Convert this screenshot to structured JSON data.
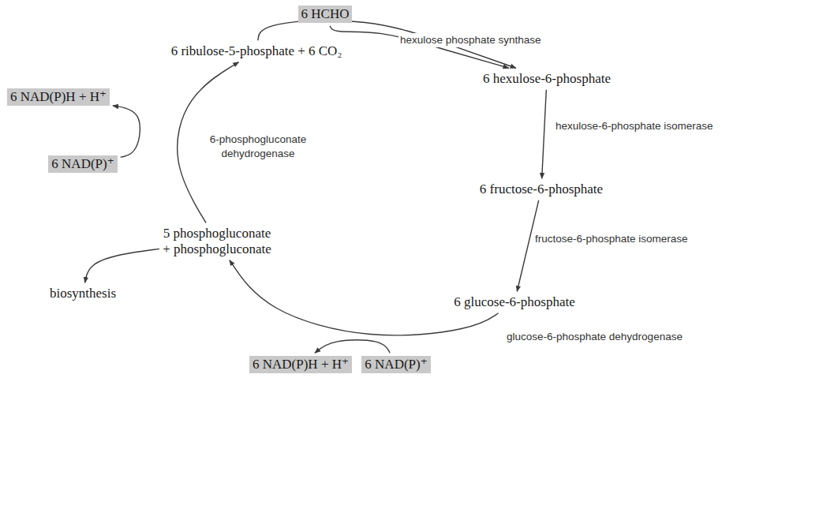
{
  "diagram": {
    "nodes": [
      {
        "text": [
          "6 HCHO"
        ]
      },
      {
        "text": [
          "6 ribulose-5-phosphate + 6 CO₂"
        ]
      },
      {
        "text": [
          "6 hexulose-6-phosphate"
        ]
      },
      {
        "text": [
          "6 fructose-6-phosphate"
        ]
      },
      {
        "text": [
          "6 glucose-6-phosphate"
        ]
      },
      {
        "text": [
          "5 phosphogluconate + phosphogluconate"
        ]
      },
      {
        "text": [
          "biosynthesis"
        ]
      },
      {
        "text": [
          "6 NAD(P)H + H⁺"
        ]
      },
      {
        "text": [
          "6 NAD(P)⁺"
        ]
      },
      {
        "text": [
          "6 NAD(P)H + H⁺"
        ]
      },
      {
        "text": [
          "6 NAD(P)⁺"
        ]
      }
    ],
    "edges": [
      {
        "from": 1,
        "to": 2,
        "arrow": "to",
        "label": "hexulose phosphate synthase"
      },
      {
        "from": 0,
        "to": 2,
        "arrow": "to"
      },
      {
        "from": 2,
        "to": 3,
        "arrow": "to",
        "label": "hexulose-6-phosphate isomerase"
      },
      {
        "from": 3,
        "to": 4,
        "arrow": "to",
        "label": "fructose-6-phosphate isomerase"
      },
      {
        "from": 4,
        "to": 5,
        "arrow": "to",
        "label": "glucose-6-phosphate dehydrogenase"
      },
      {
        "from": 10,
        "to": 9,
        "arrow": "to"
      },
      {
        "from": 5,
        "to": 1,
        "arrow": "to",
        "label": "6-phosphogluconate dehydrogenase"
      },
      {
        "from": 8,
        "to": 7,
        "arrow": "to"
      },
      {
        "from": 5,
        "to": 6,
        "arrow": "to"
      }
    ]
  }
}
